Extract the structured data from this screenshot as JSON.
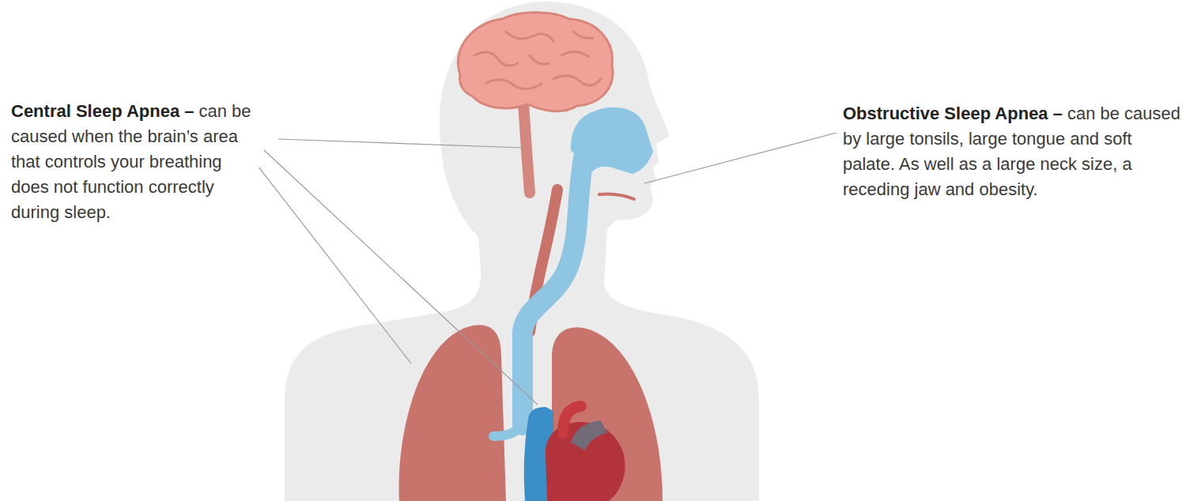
{
  "diagram": {
    "labels": [
      "Central Sleep Apnea –",
      "can be caused when the brain’s area that controls your breathing does not function correctly during sleep.",
      "Obstructive Sleep Apnea –",
      "can be caused by large tonsils, large tongue and soft palate. As well as a large neck size, a receding jaw and obesity."
    ]
  }
}
